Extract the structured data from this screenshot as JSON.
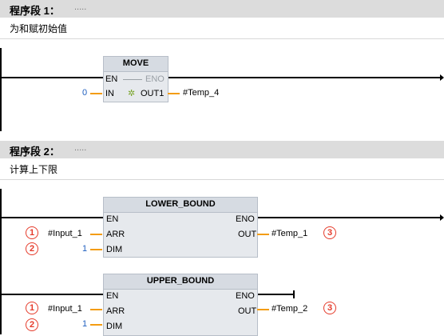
{
  "networks": [
    {
      "title": "程序段 1：",
      "dots": ".....",
      "comment": "为和赋初始值",
      "block": {
        "name": "MOVE",
        "pins": {
          "en": "EN",
          "eno": "ENO",
          "in": "IN",
          "out1": "OUT1"
        },
        "in_value": "0",
        "out1_value": "#Temp_4",
        "icon": "sparkle-icon"
      }
    },
    {
      "title": "程序段 2：",
      "dots": ".....",
      "comment": "计算上下限",
      "blocks": [
        {
          "name": "LOWER_BOUND",
          "pins": {
            "en": "EN",
            "eno": "ENO",
            "arr": "ARR",
            "dim": "DIM",
            "out": "OUT"
          },
          "arr_value": "#Input_1",
          "dim_value": "1",
          "out_value": "#Temp_1",
          "badges": [
            "1",
            "2",
            "3"
          ]
        },
        {
          "name": "UPPER_BOUND",
          "pins": {
            "en": "EN",
            "eno": "ENO",
            "arr": "ARR",
            "dim": "DIM",
            "out": "OUT"
          },
          "arr_value": "#Input_1",
          "dim_value": "1",
          "out_value": "#Temp_2",
          "badges": [
            "1",
            "2",
            "3"
          ]
        }
      ]
    }
  ],
  "colors": {
    "operand_line": "#f39c12",
    "badge": "#e53a2a",
    "number": "#1f5fbf",
    "header_bg": "#dcdcdc",
    "block_bg": "#e6e9ed"
  }
}
